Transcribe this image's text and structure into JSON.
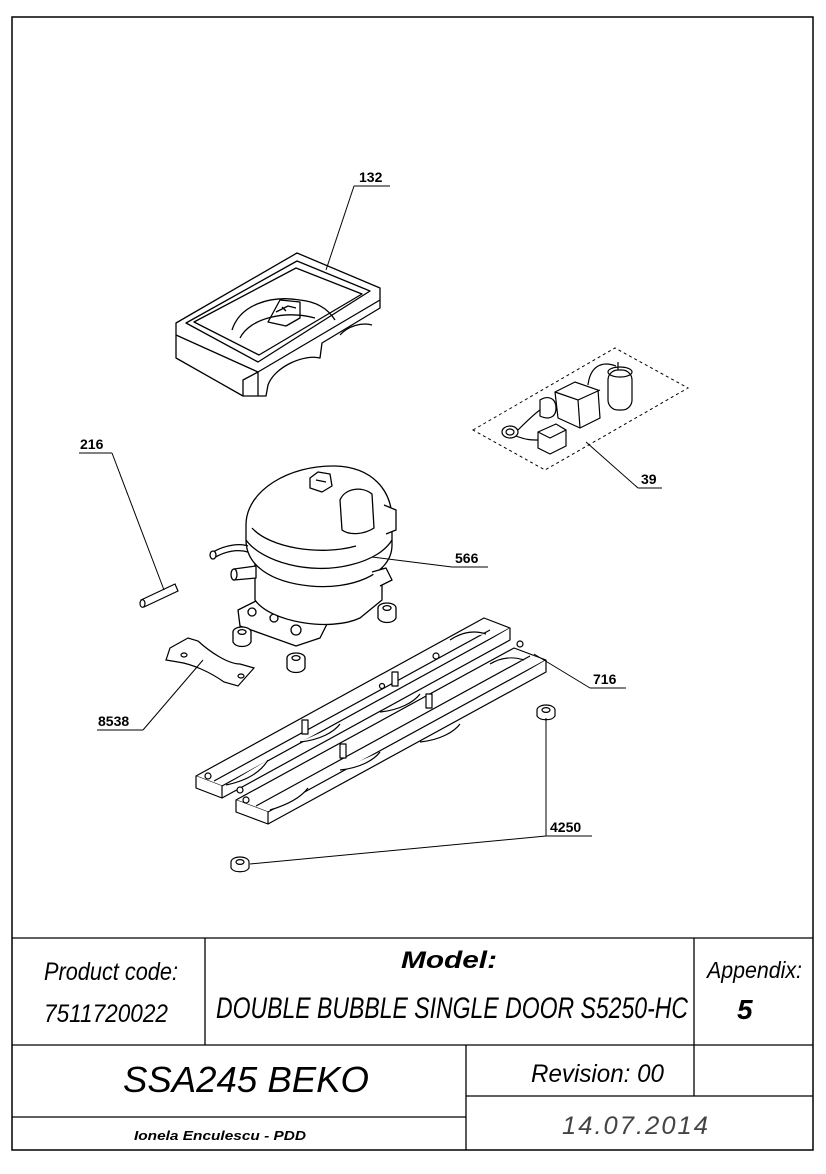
{
  "parts": {
    "p132": "132",
    "p39": "39",
    "p216": "216",
    "p566": "566",
    "p716": "716",
    "p8538": "8538",
    "p4250": "4250"
  },
  "title_block": {
    "product_code_label": "Product code:",
    "product_code_value": "7511720022",
    "model_label": "Model:",
    "model_value": "DOUBLE BUBBLE SINGLE DOOR S5250-HC",
    "appendix_label": "Appendix:",
    "appendix_value": "5",
    "assembly": "SSA245 BEKO",
    "revision": "Revision: 00",
    "author": "Ionela Enculescu - PDD",
    "date": "14.07.2014"
  }
}
